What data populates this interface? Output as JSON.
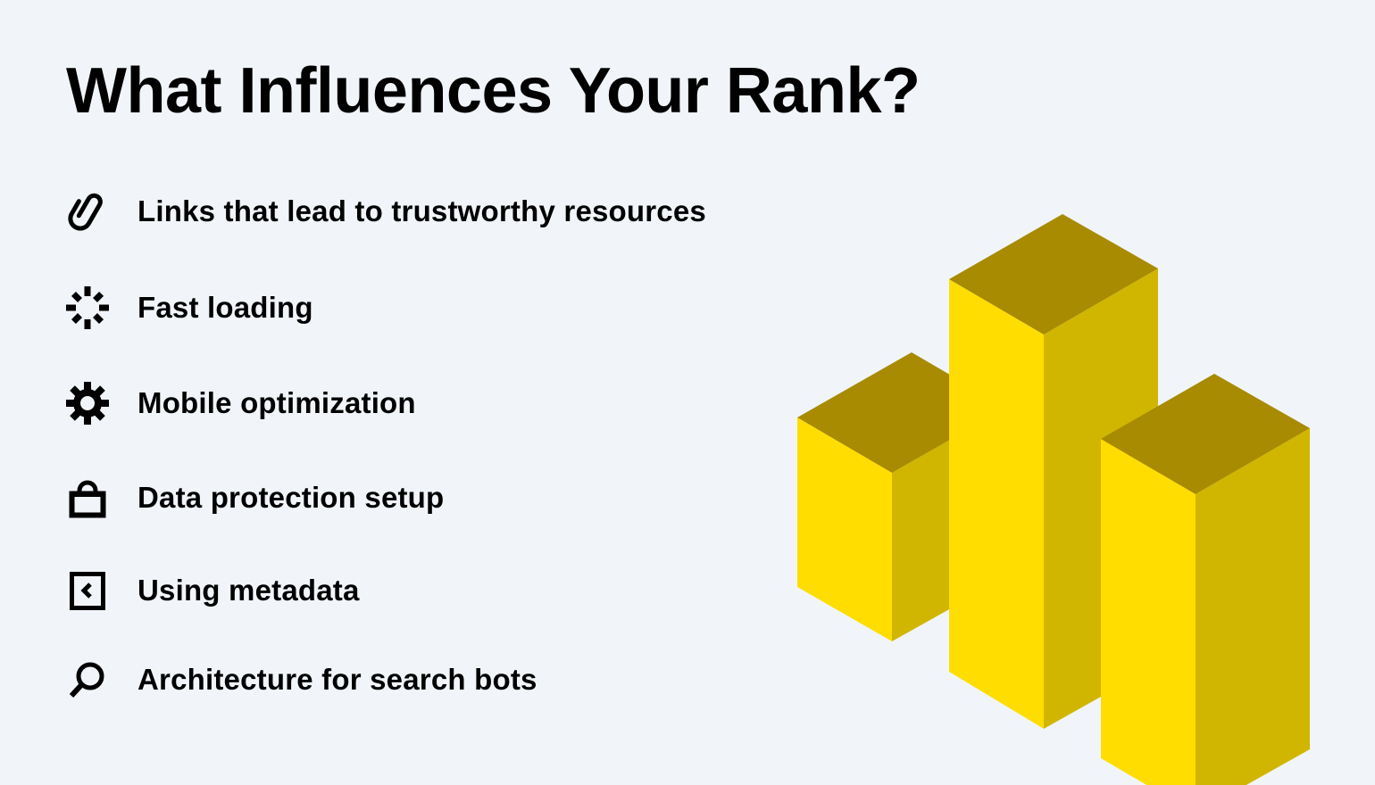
{
  "title": "What Influences Your Rank?",
  "items": [
    {
      "label": "Links that lead to trustworthy resources",
      "icon": "paperclip-icon"
    },
    {
      "label": "Fast loading",
      "icon": "loading-spinner-icon"
    },
    {
      "label": "Mobile optimization",
      "icon": "gear-icon"
    },
    {
      "label": "Data protection setup",
      "icon": "lock-icon"
    },
    {
      "label": "Using metadata",
      "icon": "code-bracket-icon"
    },
    {
      "label": "Architecture for search bots",
      "icon": "search-icon"
    }
  ],
  "colors": {
    "background": "#f1f5fa",
    "text": "#000000",
    "bar_front": "#ffdd00",
    "bar_side": "#d1b600",
    "bar_top": "#a88b00"
  }
}
